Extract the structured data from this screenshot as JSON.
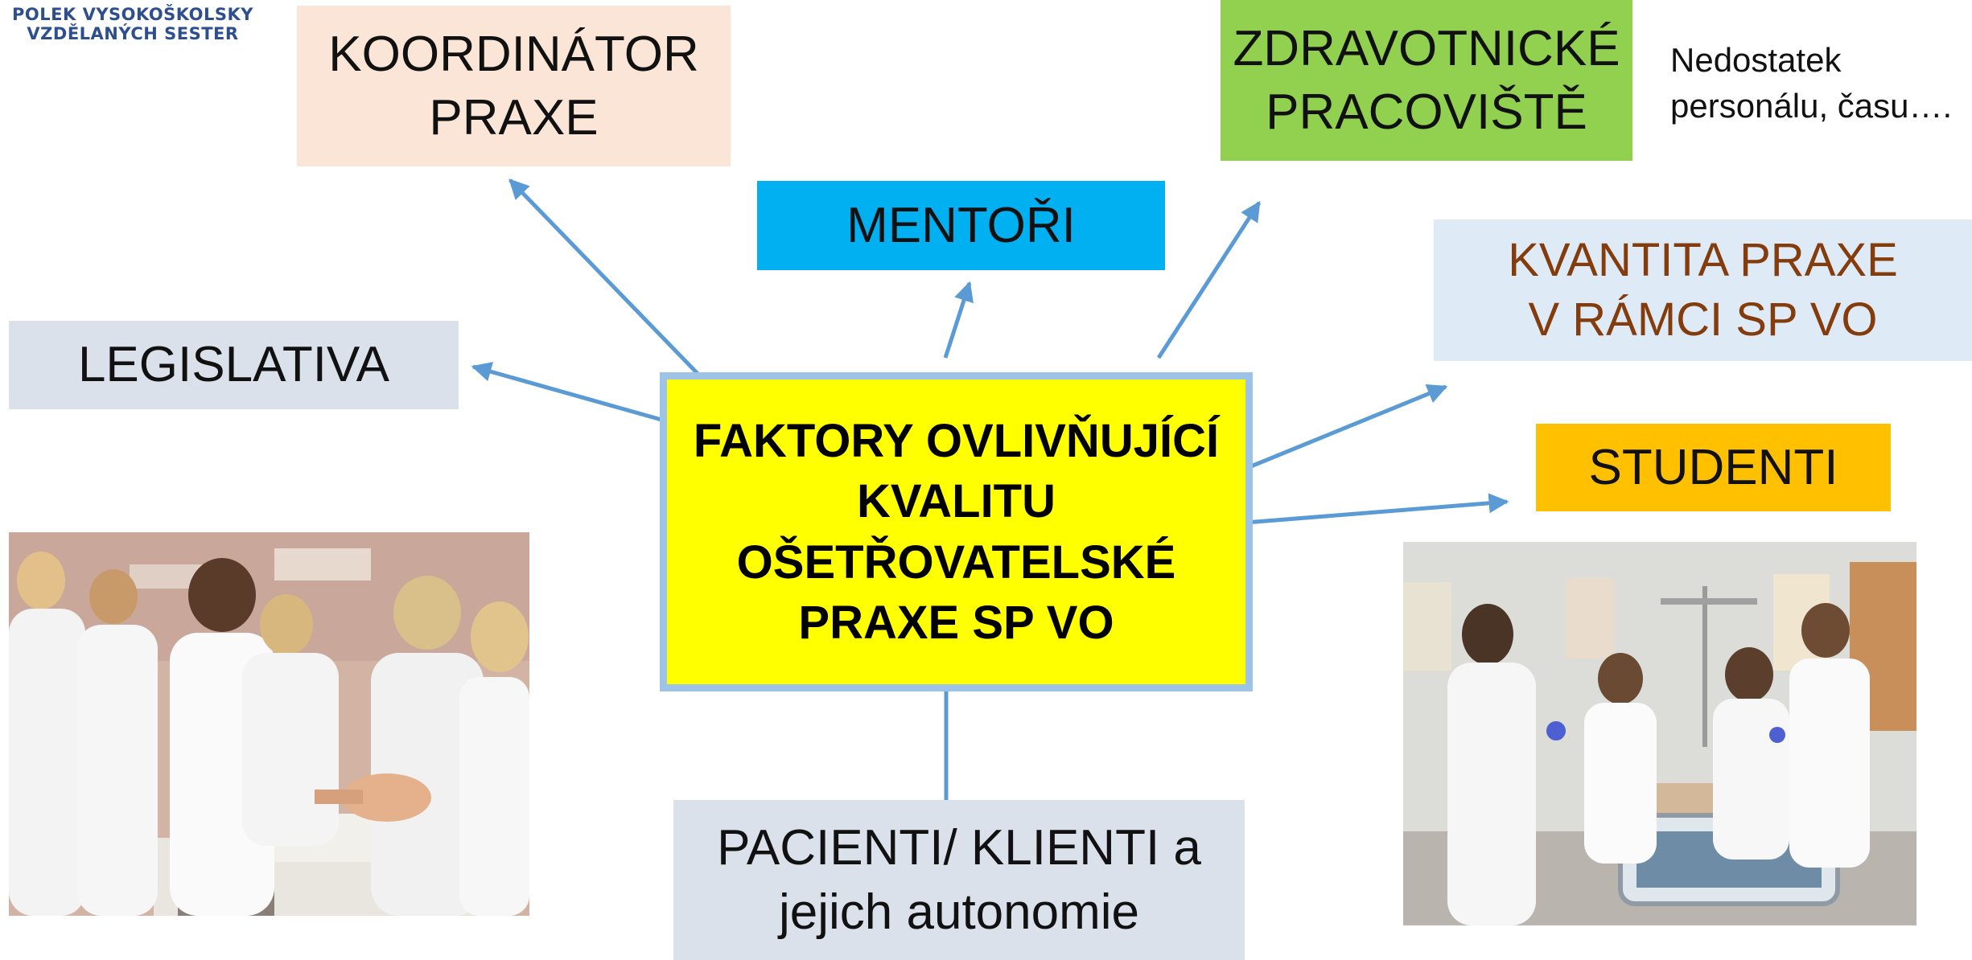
{
  "logo": {
    "line1": "POLEK VYSOKOŠKOLSKY",
    "line2": "VZDĚLANÝCH SESTER"
  },
  "center": {
    "lines": [
      "FAKTORY OVLIVŇUJÍCÍ",
      "KVALITU",
      "OŠETŘOVATELSKÉ",
      "PRAXE SP VO"
    ],
    "fill": "#ffff00",
    "border": "#9dc3e6"
  },
  "nodes": {
    "koordinator": {
      "lines": [
        "KOORDINÁTOR",
        "PRAXE"
      ],
      "fill": "#fbe5d6"
    },
    "mentori": {
      "lines": [
        "MENTOŘI"
      ],
      "fill": "#00b0f0"
    },
    "zdravotnicke": {
      "lines": [
        "ZDRAVOTNICKÉ",
        "PRACOVIŠTĚ"
      ],
      "fill": "#92d050"
    },
    "legislativa": {
      "lines": [
        "LEGISLATIVA"
      ],
      "fill": "#dae1ea"
    },
    "kvantita": {
      "lines": [
        "KVANTITA PRAXE",
        "V RÁMCI SP VO"
      ],
      "fill": "#deebf7",
      "text_color": "#843c0c"
    },
    "studenti": {
      "lines": [
        "STUDENTI"
      ],
      "fill": "#ffc000"
    },
    "pacienti": {
      "lines": [
        "PACIENTI/ KLIENTI a",
        "jejich autonomie"
      ],
      "fill": "#dae1ea"
    }
  },
  "note": {
    "lines": [
      "Nedostatek",
      "personálu, času…."
    ]
  },
  "photos": [
    {
      "name": "nursing-students-practice-photo-left"
    },
    {
      "name": "nursing-students-simulation-room-photo-right"
    }
  ],
  "arrow_color": "#5b9bd5"
}
